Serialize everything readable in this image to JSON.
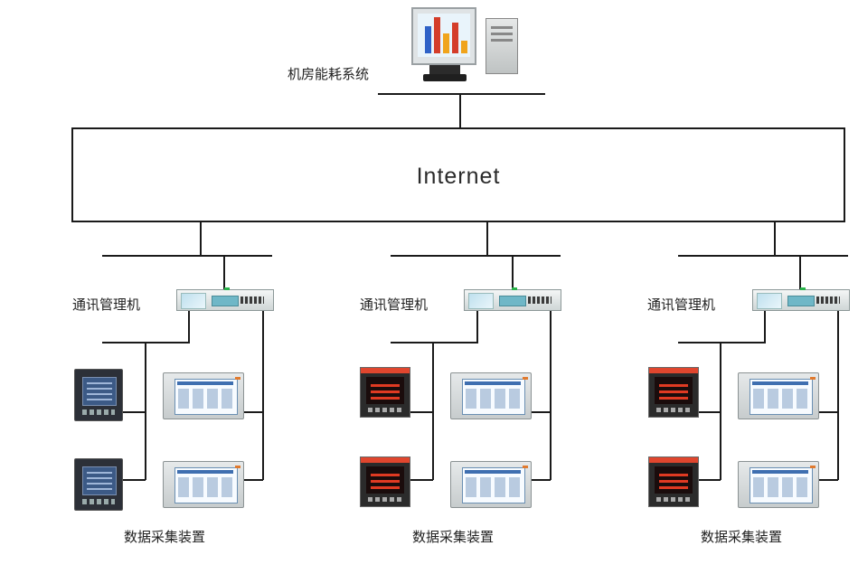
{
  "top": {
    "system_label": "机房能耗系统",
    "computer_icon": "desktop-computer-icon"
  },
  "network": {
    "label": "Internet"
  },
  "groups": [
    {
      "manager_label": "通讯管理机",
      "collection_label": "数据采集装置",
      "meter_style": "dark-multifunction-meter"
    },
    {
      "manager_label": "通讯管理机",
      "collection_label": "数据采集装置",
      "meter_style": "red-display-meter"
    },
    {
      "manager_label": "通讯管理机",
      "collection_label": "数据采集装置",
      "meter_style": "red-display-meter"
    }
  ]
}
